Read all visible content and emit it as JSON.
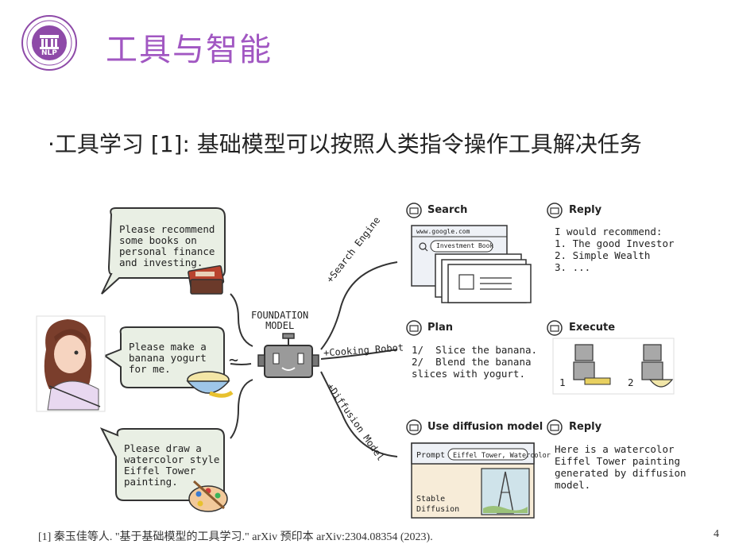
{
  "title": "工具与智能",
  "bullet": "·工具学习 [1]: 基础模型可以按照人类指令操作工具解决任务",
  "logo_text": "NLP",
  "diagram": {
    "requests": [
      "Please recommend\nsome books on\npersonal finance\nand investing.",
      "Please make a\nbanana yogurt\nfor me.",
      "Please draw a\nwatercolor style\nEiffel Tower\npainting."
    ],
    "foundation_model": "FOUNDATION\nMODEL",
    "tilde": "~",
    "tools": {
      "search_engine": "+Search Engine",
      "cooking_robot": "+Cooking Robot",
      "diffusion_model": "+Diffusion Model"
    },
    "search": {
      "label": "Search",
      "url": "www.google.com",
      "query": "Investment Book"
    },
    "reply1": {
      "label": "Reply",
      "text": "I would recommend:\n1. The good Investor\n2. Simple Wealth\n3. ..."
    },
    "plan": {
      "label": "Plan",
      "text": "1/  Slice the banana.\n2/  Blend the banana\nslices with yogurt."
    },
    "execute": {
      "label": "Execute",
      "step1": "1",
      "step2": "2"
    },
    "use_diffusion": {
      "label": "Use diffusion model",
      "prompt_label": "Prompt",
      "prompt_value": "Eiffel Tower, Watercolor",
      "engine": "Stable\nDiffusion"
    },
    "reply2": {
      "label": "Reply",
      "text": "Here is a watercolor\nEiffel Tower painting\ngenerated by diffusion\nmodel."
    }
  },
  "footnote": "[1] 秦玉佳等人. \"基于基础模型的工具学习.\" arXiv 预印本 arXiv:2304.08354 (2023).",
  "page_number": "4"
}
